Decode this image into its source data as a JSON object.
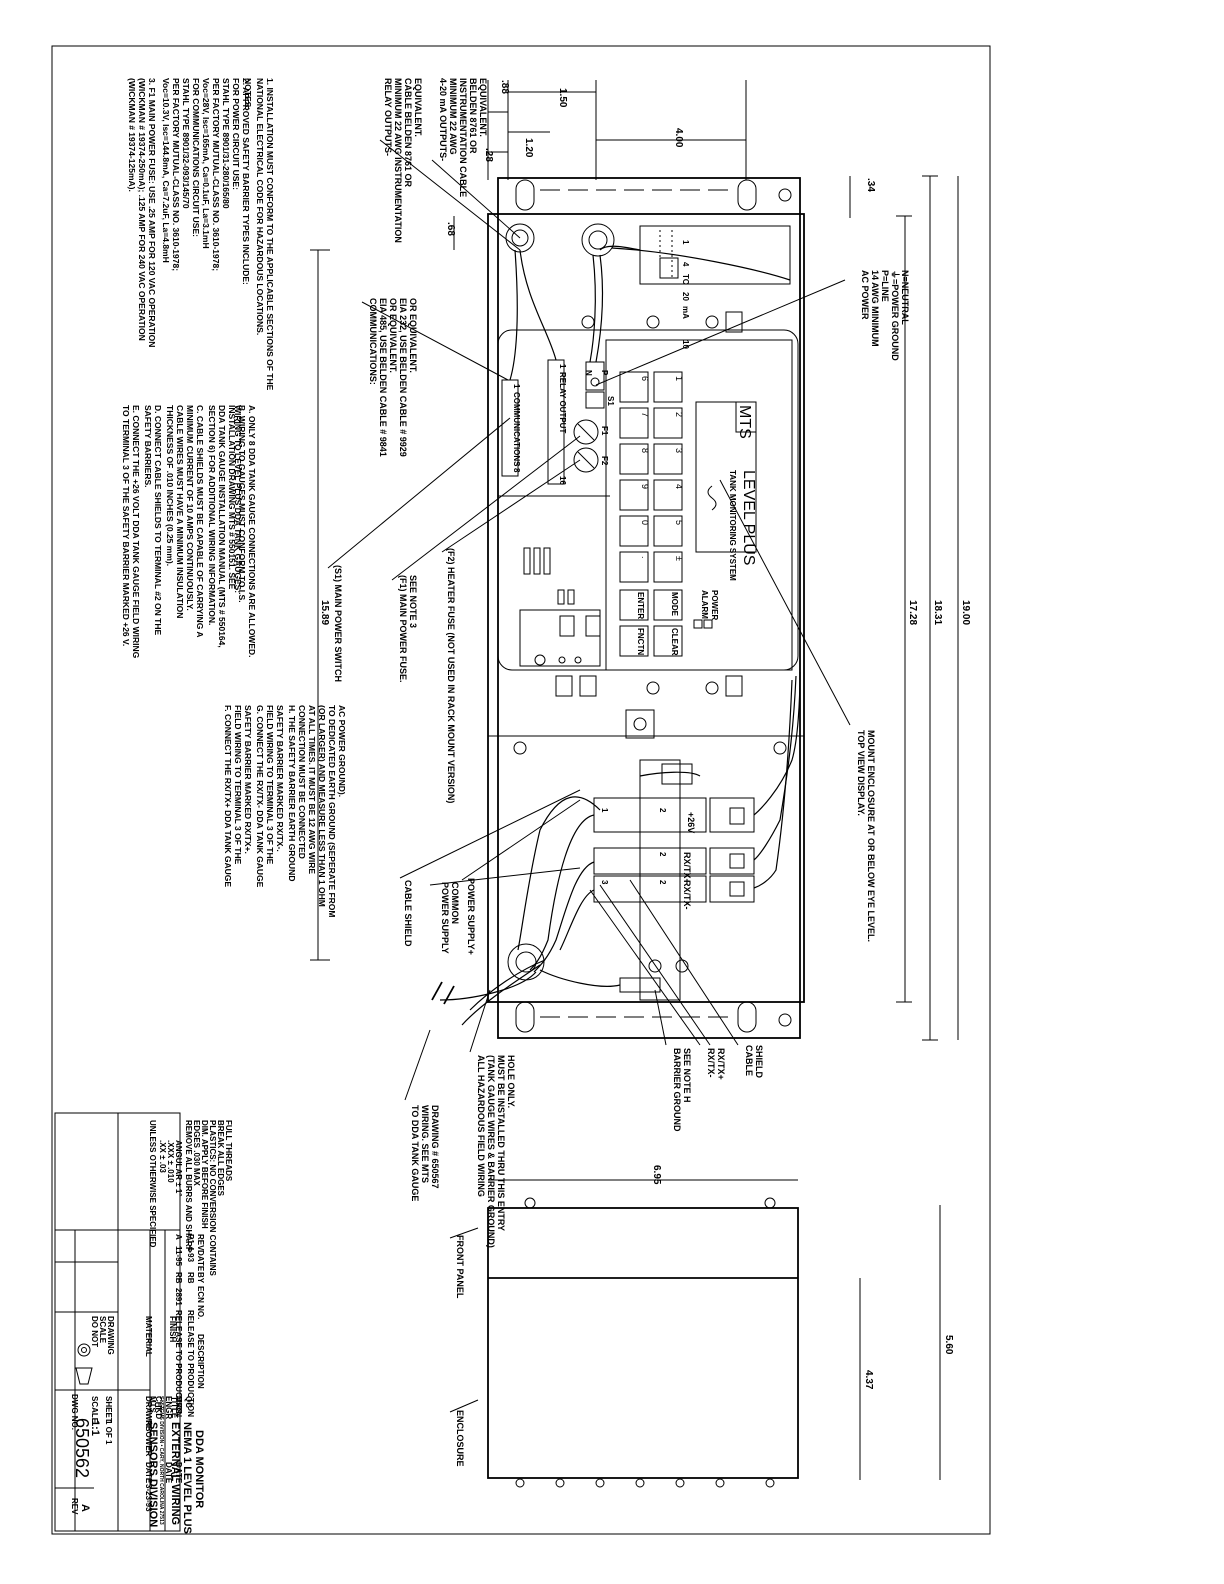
{
  "notes": {
    "title": "NOTES:",
    "items": [
      "1. INSTALLATION MUST CONFORM TO THE APPLICABLE SECTIONS OF THE",
      "   NATIONAL ELECTRICAL CODE FOR HAZARDOUS LOCATIONS.",
      "2. APPROVED SAFETY BARRIER TYPES INCLUDE:",
      "   FOR POWER CIRCUIT USE:",
      "   STAHL TYPE 8901/31-280/165/80",
      "   PER FACTORY MUTUAL-CLASS NO. 3610-1978;",
      "   Voc=28V, Isc=165mA, Ca=0.1uF, La=3.1mH",
      "   FOR COMMUNICATIONS CIRCUIT USE:",
      "   STAHL TYPE 8901/32-093/145/70",
      "   PER FACTORY MUTUAL-CLASS NO. 3610-1978;",
      "   Voc=10.3V, Isc=144.8mA, Ca=7.2uF, La=4.8mH",
      "3. F1 MAIN POWER FUSE: USE .25 AMP FOR 120 VAC OPERATION",
      "   (WICKMAN # 19374-250mA); .125 AMP FOR 240 VAC OPERATION",
      "   (WICKMAN # 19374-125mA)."
    ]
  },
  "wiring_notes": {
    "title": "WIRING TO LEVEL PLUS DDA TANK GAUGES:",
    "items": [
      "A. ONLY 8 DDA TANK GAUGE CONNECTIONS ARE ALLOWED.",
      "B. WIRING TO GAUGES MUST CONFORM TO I.S.",
      "   INSTALLATION DRAWING MTS # 550151. SEE",
      "   DDA TANK GAUGE INSTALLATION MANUAL (MTS # 550164,",
      "   SECTION 6) FOR ADDITIONAL WIRING INFORMATION.",
      "C. CABLE SHIELDS MUST BE CAPABLE OF CARRYING A",
      "   MINIMUM CURRENT OF 10 AMPS CONTINUOUSLY.",
      "   CABLE WIRES MUST HAVE A MINIMUM INSULATION",
      "   THICKNESS OF .010 INCHES (0.25 mm).",
      "D. CONNECT CABLE SHIELDS TO TERMINAL #2 ON THE",
      "   SAFETY BARRIERS.",
      "E. CONNECT THE +26 VOLT DDA TANK GAUGE FIELD WIRING",
      "   TO TERMINAL 3 OF THE SAFETY BARRIER MARKED +26 V.",
      "F. CONNECT THE RX/TX+ DDA TANK GAUGE",
      "   FIELD WIRING TO TERMINAL 3 OF THE",
      "   SAFETY BARRIER MARKED RX/TX+.",
      "G. CONNECT THE RX/TX- DDA TANK GAUGE",
      "   FIELD WIRING TO TERMINAL 3 OF THE",
      "   SAFETY BARRIER MARKED RX/TX-.",
      "H. THE SAFETY BARRIER EARTH GROUND",
      "   CONNECTION MUST BE CONNECTED",
      "   AT ALL TIMES. IT MUST BE 12 AWG WIRE",
      "   (OR LARGER) AND MEASURE LESS THAN 1 OHM",
      "   TO DEDICATED EARTH GROUND (SEPERATE FROM",
      "   AC POWER GROUND)."
    ]
  },
  "callouts": {
    "output_4_20": [
      "4-20 mA OUTPUTS-",
      "MINIMUM 22 AWG",
      "INSTRUMENTATION CABLE",
      "BELDEN 8761 OR",
      "EQUIVALENT."
    ],
    "relay_outputs": [
      "RELAY OUTPUTS-",
      "MINIMUM 22 AWG INSTRUMENTATION",
      "CABLE BELDEN 8761 OR",
      "EQUIVALENT."
    ],
    "communications": [
      "COMMUNICATIONS:",
      "EIA 485, USE BELDEN CABLE # 9841",
      "OR EQUIVALENT.",
      "EIA 232, USE BELDEN CABLE # 9929",
      "OR EQUIVALENT."
    ],
    "ac_power": [
      "AC POWER",
      "14 AWG MINIMUM",
      "P=LINE",
      "⏚=POWER GROUND",
      "N=NEUTRAL"
    ],
    "heater_fuse": "(F2) HEATER FUSE (NOT USED IN RACK MOUNT VERSION)",
    "main_fuse": [
      "(F1) MAIN POWER FUSE.",
      "SEE NOTE 3"
    ],
    "main_switch": "(S1) MAIN POWER SWITCH",
    "top_view_display": [
      "TOP VIEW DISPLAY.",
      "MOUNT ENCLOSURE AT OR BELOW EYE LEVEL."
    ],
    "power_supply_plus": "POWER SUPPLY+",
    "power_supply_common": [
      "POWER SUPPLY",
      "COMMON"
    ],
    "cable_shield": "CABLE SHIELD",
    "cable_shield_right": [
      "CABLE",
      "SHIELD"
    ],
    "rx_tx_plus": "RX/TX+",
    "rx_tx_minus": "RX/TX-",
    "barrier_ground": [
      "BARRIER GROUND",
      "SEE NOTE H"
    ],
    "hazardous_wiring": [
      "ALL HAZARDOUS FIELD WIRING",
      "(TANK GAUGE WIRES & BARRIER GROUND)",
      "MUST BE INSTALLED THRU THIS ENTRY",
      "HOLE ONLY."
    ],
    "dda_wiring": [
      "TO DDA TANK GAUGE",
      "WIRING. SEE MTS",
      "DRAWING # 650567"
    ],
    "front_panel": "FRONT PANEL",
    "enclosure": "ENCLOSURE"
  },
  "dimensions": {
    "d_4_00": "4.00",
    "d_1_50": "1.50",
    "d_1_20": "1.20",
    "d_88": ".88",
    "d_28": ".28",
    "d_34": ".34",
    "d_68": ".68",
    "d_17_28": "17.28",
    "d_18_31": "18.31",
    "d_19_00": "19.00",
    "d_15_89": "15.89",
    "d_6_95": "6.95",
    "d_5_60": "5.60",
    "d_4_37": "4.37"
  },
  "panel": {
    "brand": "MTS",
    "product": "LEVEL PLUS",
    "subtitle": "TANK MONITORING SYSTEM",
    "indicators": [
      "POWER",
      "ALARM"
    ],
    "keys": [
      "1",
      "2",
      "3",
      "4",
      "5",
      "6",
      "7",
      "8",
      "9",
      "0",
      ".",
      "±"
    ],
    "function_keys": [
      "MODE",
      "CLEAR",
      "ENTER",
      "FNCTN"
    ],
    "terminal_4_20": [
      "1",
      "4",
      "TO",
      "20",
      "mA",
      "10"
    ],
    "relay_output": "RELAY OUTPUT",
    "communications": "COMMUNICATIONS",
    "comm_ends": [
      "1",
      "8"
    ],
    "relay_ends": [
      "1",
      "16"
    ],
    "switch": "S1",
    "fuses": [
      "F1",
      "F2"
    ],
    "power_term": [
      "P",
      "N"
    ],
    "barriers": [
      "+26V",
      "RX/TX+",
      "RX/TX-"
    ],
    "barrier_terminal_nums": [
      "1",
      "2",
      "3"
    ]
  },
  "title_block": {
    "revisions": [
      {
        "rev": "A",
        "date": "11-95",
        "by": "RB",
        "ecn": "2891",
        "desc": "RELEASE TO PRODUCTION"
      },
      {
        "rev": "P1",
        "date": "4-93",
        "by": "RB",
        "ecn": "",
        "desc": "RELEASE TO PRODUCTION"
      }
    ],
    "rev_headers": [
      "REV",
      "DATE",
      "BY",
      "ECN NO.",
      "DESCRIPTION"
    ],
    "tolerances": [
      "UNLESS OTHERWISE SPECIFIED",
      ".XX ± .03",
      ".XXX ± .010",
      "ANGULAR ± 1°",
      "REMOVE ALL BURRS AND SHARP",
      "EDGES .030 MAX",
      "DIM. APPLY BEFORE FINISH",
      "PLASTICS: NO CONVERSION CONTAINS",
      "BREAK ALL EDGES",
      "FULL THREADS"
    ],
    "material": "MATERIAL",
    "finish": "FINISH",
    "company_logo": "MTS",
    "company": "SENSORS DIVISION",
    "address": "SYSTEMS DIVISION • CARY, NORTH CAROLINA 27513",
    "title_label": "TITLE",
    "title_lines": [
      "EXTERNAL WIRING",
      "NEMA 1 LEVEL PLUS",
      "DDA MONITOR"
    ],
    "drawn_by": "RBOWER",
    "drawn_date": "3-23-93",
    "row_labels": [
      "DRAWN",
      "CHKD",
      "ENGR",
      "MFG",
      "QC"
    ],
    "date_label": "DATE",
    "dwg_label": "DWG NO.",
    "dwg_no": "650562",
    "rev_label": "REV",
    "rev": "A",
    "scale_label": "SCALE",
    "scale": "1:1",
    "sheet_label": "SHEET",
    "sheet": "1 OF 1",
    "do_not_scale": [
      "DO NOT",
      "SCALE",
      "DRAWING"
    ]
  }
}
